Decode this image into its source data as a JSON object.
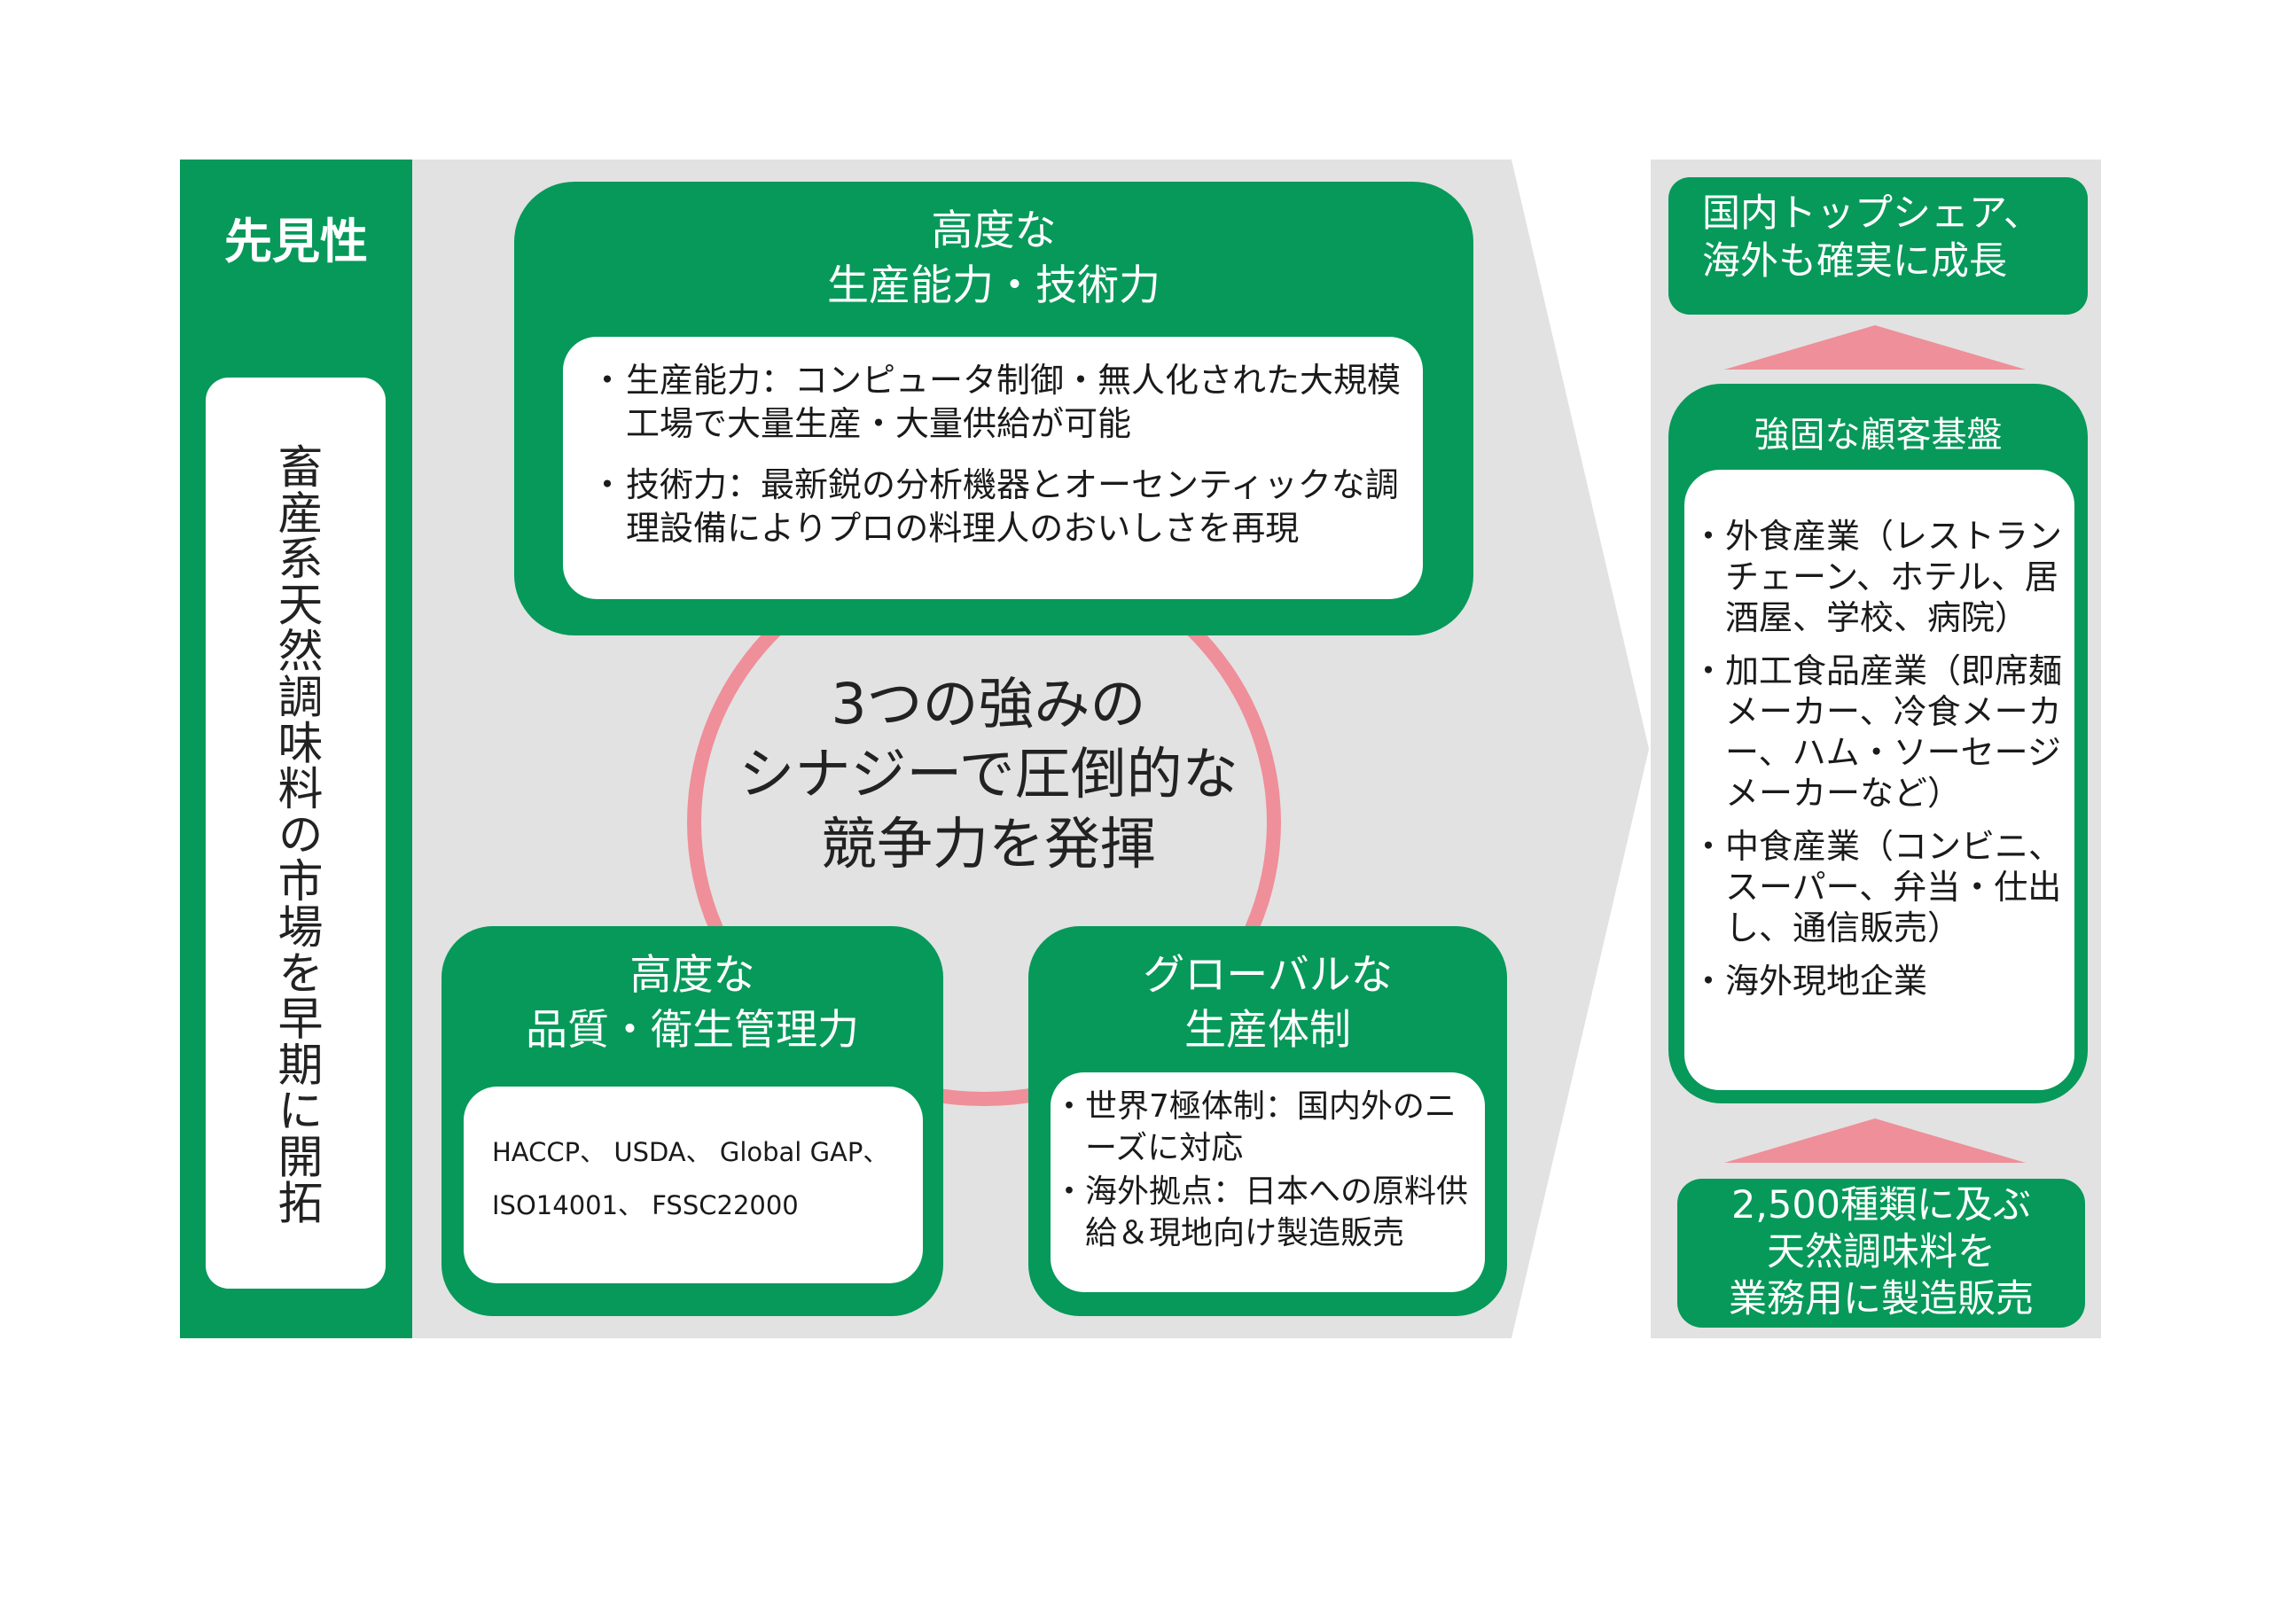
{
  "left": {
    "title": "先見性",
    "vertical_text": "畜産系天然調味料の市場を早期に開拓"
  },
  "center": {
    "text_lines": [
      "3つの強みの",
      "シナジーで圧倒的な",
      "競争力を発揮"
    ]
  },
  "strengths": {
    "production": {
      "title_lines": [
        "高度な",
        "生産能力・技術力"
      ],
      "items": [
        "生産能力：コンピュータ制御・無人化された大規模工場で大量生産・大量供給が可能",
        "技術力：最新鋭の分析機器とオーセンティックな調理設備によりプロの料理人のおいしさを再現"
      ]
    },
    "quality": {
      "title_lines": [
        "高度な",
        "品質・衛生管理力"
      ],
      "items": [
        "HACCP、 USDA、 Global GAP、",
        "ISO14001、 FSSC22000"
      ]
    },
    "global": {
      "title_lines": [
        "グローバルな",
        "生産体制"
      ],
      "items": [
        "世界7極体制：国内外のニーズに対応",
        "海外拠点：日本への原料供給＆現地向け製造販売"
      ]
    }
  },
  "right": {
    "top_result_lines": [
      "国内トップシェア、",
      "海外も確実に成長"
    ],
    "base_title": "強固な顧客基盤",
    "base_items": [
      "外食産業（レストランチェーン、ホテル、居酒屋、学校、病院）",
      "加工食品産業（即席麺メーカー、冷食メーカー、ハム・ソーセージメーカーなど）",
      "中食産業（コンビニ、スーパー、弁当・仕出し、通信販売）",
      "海外現地企業"
    ],
    "bottom_lines": [
      "2,500種類に及ぶ",
      "天然調味料を",
      "業務用に製造販売"
    ]
  },
  "colors": {
    "green": "#06995a",
    "grey_panel": "#e2e2e2",
    "pink": "#ef8f99",
    "white": "#ffffff"
  }
}
